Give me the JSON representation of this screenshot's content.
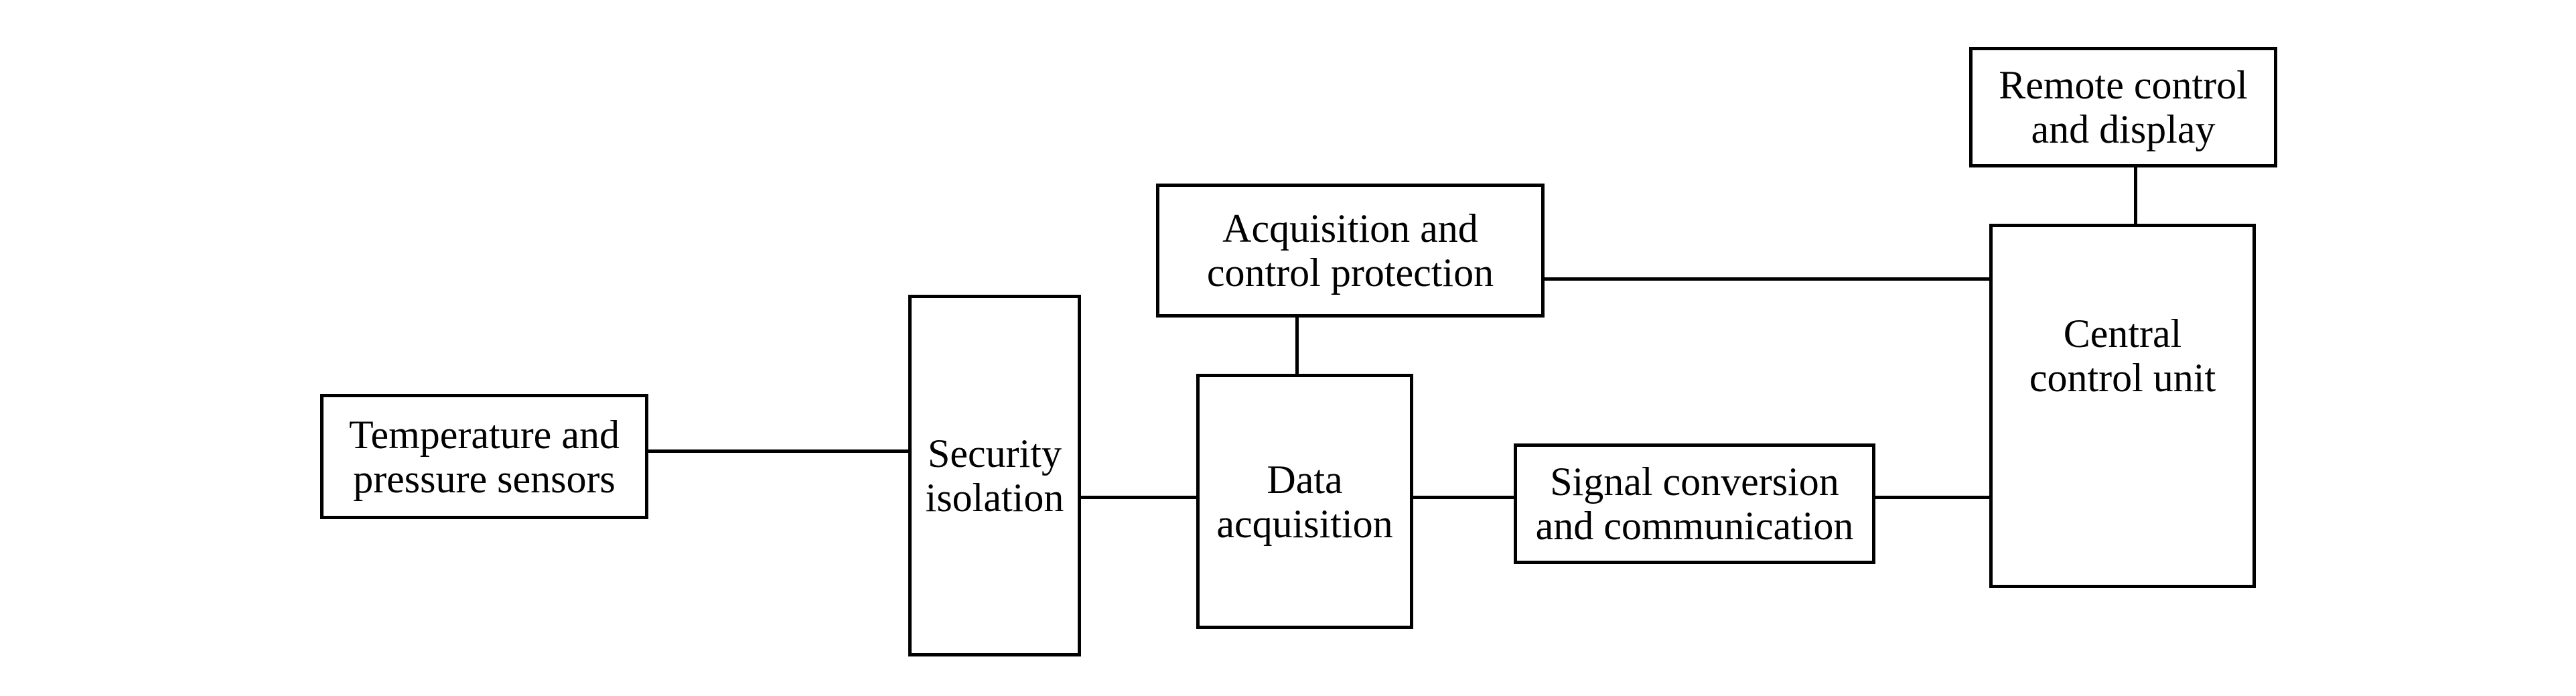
{
  "nodes": {
    "sensors": [
      "Temperature and",
      "pressure sensors"
    ],
    "isolation": [
      "Security",
      "isolation"
    ],
    "acquisition": [
      "Data",
      "acquisition"
    ],
    "protection": [
      "Acquisition and",
      "control protection"
    ],
    "conversion": [
      "Signal conversion",
      "and communication"
    ],
    "central": [
      "Central",
      "control unit"
    ],
    "remote": [
      "Remote control",
      "and display"
    ]
  },
  "connections": [
    [
      "sensors",
      "isolation"
    ],
    [
      "isolation",
      "acquisition"
    ],
    [
      "acquisition",
      "protection"
    ],
    [
      "acquisition",
      "conversion"
    ],
    [
      "conversion",
      "central"
    ],
    [
      "protection",
      "central"
    ],
    [
      "central",
      "remote"
    ]
  ],
  "colors": {
    "stroke": "#000000",
    "background": "#ffffff"
  }
}
